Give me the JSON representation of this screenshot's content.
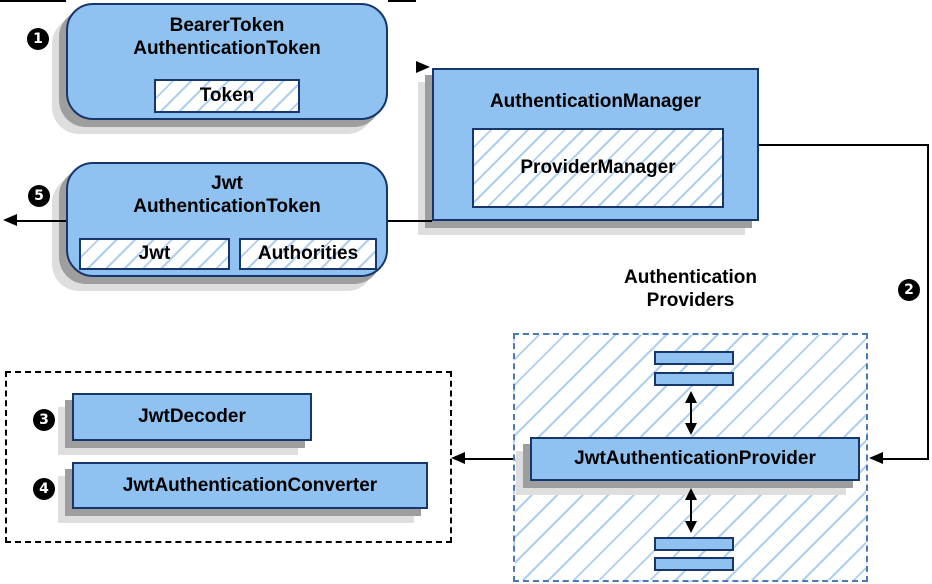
{
  "badges": [
    "1",
    "2",
    "3",
    "4",
    "5"
  ],
  "nodes": {
    "bearer_token": {
      "title": [
        "BearerToken",
        "AuthenticationToken"
      ],
      "fields": [
        "Token"
      ]
    },
    "authentication_manager": {
      "title": "AuthenticationManager",
      "implementation": "ProviderManager"
    },
    "jwt_authentication_token": {
      "title": [
        "Jwt",
        "AuthenticationToken"
      ],
      "fields": [
        "Jwt",
        "Authorities"
      ]
    },
    "jwt_decoder": {
      "label": "JwtDecoder"
    },
    "jwt_authentication_converter": {
      "label": "JwtAuthenticationConverter"
    },
    "authentication_providers": {
      "heading": [
        "Authentication",
        "Providers"
      ],
      "provider": "JwtAuthenticationProvider"
    }
  },
  "colors": {
    "node_fill": "#8FC2F1",
    "node_border": "#17366B",
    "hatch_line": "#ADCFF0",
    "dashed_blue_border": "#4879B8",
    "shadow_dark": "#9E9E9E",
    "shadow_light": "#DEDEDE",
    "line": "#000000"
  }
}
